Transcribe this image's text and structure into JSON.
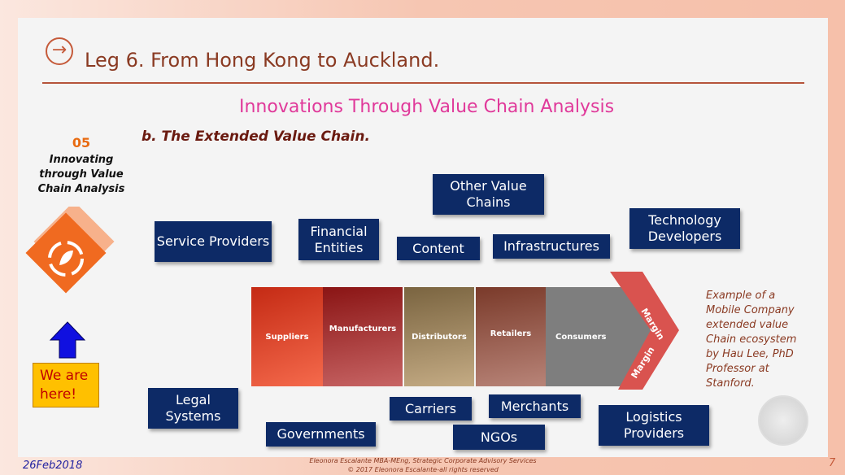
{
  "header": {
    "title": "Leg 6. From Hong Kong to Auckland.",
    "icon": "arrow-right-circle-icon"
  },
  "subtitle": "Innovations Through Value Chain Analysis",
  "section": "b. The Extended Value Chain.",
  "sidebar": {
    "number": "05",
    "label": "Innovating through Value Chain Analysis",
    "marker": "We are here!"
  },
  "ecosystem": {
    "other_value_chains": "Other Value Chains",
    "service_providers": "Service Providers",
    "financial_entities": "Financial Entities",
    "content": "Content",
    "infrastructures": "Infrastructures",
    "technology_developers": "Technology Developers",
    "legal_systems": "Legal Systems",
    "governments": "Governments",
    "carriers": "Carriers",
    "merchants": "Merchants",
    "ngos": "NGOs",
    "logistics_providers": "Logistics Providers"
  },
  "chain": [
    "Suppliers",
    "Manufacturers",
    "Distributors",
    "Retailers",
    "Consumers"
  ],
  "margin": "Margin",
  "note": "Example of a Mobile Company extended value Chain ecosystem by Hau Lee, PhD Professor at Stanford.",
  "footer": {
    "date": "26Feb2018",
    "credit1": "Eleonora Escalante MBA-MEng, Strategic Corporate Advisory Services",
    "credit2": "© 2017 Eleonora Escalante-all rights reserved",
    "page": "7"
  },
  "colors": {
    "navy": "#0d2a66",
    "title": "#8a3a22",
    "subtitle": "#e0399a",
    "margin": "#d9534f"
  }
}
